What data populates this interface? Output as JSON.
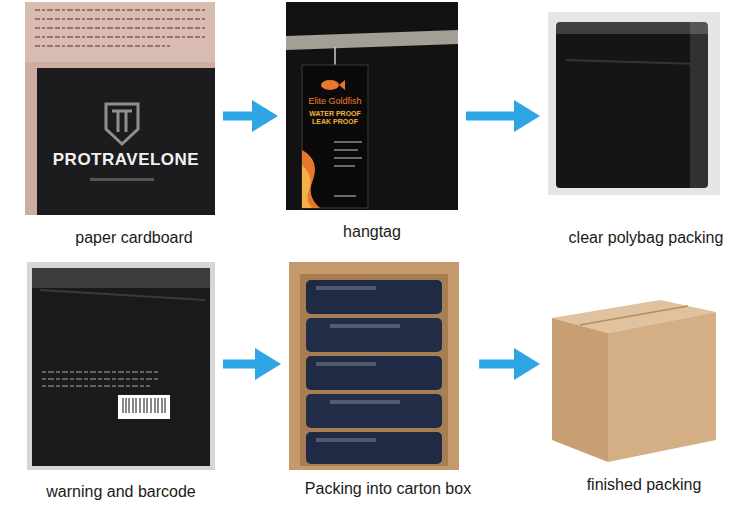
{
  "diagram": {
    "nodes": [
      {
        "text": [
          "PROTRAVELONE",
          "paper cardboard"
        ]
      },
      {
        "text": [
          "Elite Goldfish",
          "WATER PROOF LEAK PROOF",
          "hangtag"
        ]
      },
      {
        "text": [
          "clear polybag packing"
        ]
      },
      {
        "text": [
          "warning and barcode"
        ]
      },
      {
        "text": [
          "Packing into carton box"
        ]
      },
      {
        "text": [
          "finished packing"
        ]
      }
    ],
    "edges": [
      {
        "from": 0,
        "to": 1,
        "arrow": "to"
      },
      {
        "from": 1,
        "to": 2,
        "arrow": "to"
      },
      {
        "from": 3,
        "to": 4,
        "arrow": "to"
      },
      {
        "from": 4,
        "to": 5,
        "arrow": "to"
      }
    ]
  }
}
